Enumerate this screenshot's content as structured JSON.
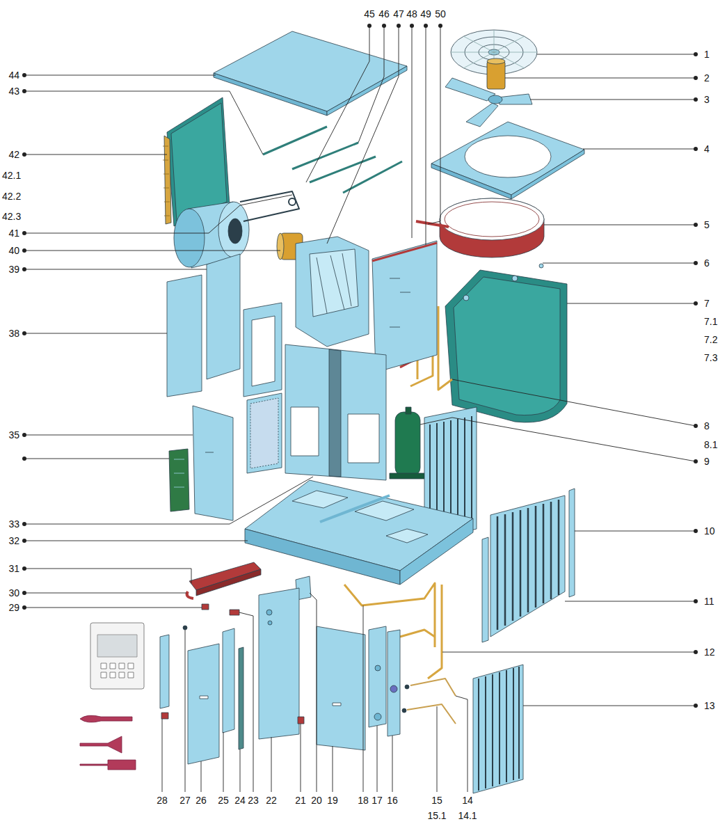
{
  "diagram": {
    "labels": [
      "45",
      "46",
      "47",
      "48",
      "49",
      "50",
      "1",
      "2",
      "3",
      "4",
      "5",
      "6",
      "7",
      "7.1",
      "7.2",
      "7.3",
      "8",
      "8.1",
      "9",
      "10",
      "11",
      "12",
      "13",
      "44",
      "43",
      "42",
      "42.1",
      "42.2",
      "42.3",
      "41",
      "40",
      "39",
      "38",
      "35",
      "33",
      "32",
      "31",
      "30",
      "29",
      "28",
      "27",
      "26",
      "25",
      "24",
      "23",
      "22",
      "21",
      "20",
      "19",
      "18",
      "17",
      "16",
      "15",
      "15.1",
      "14",
      "14.1"
    ]
  }
}
